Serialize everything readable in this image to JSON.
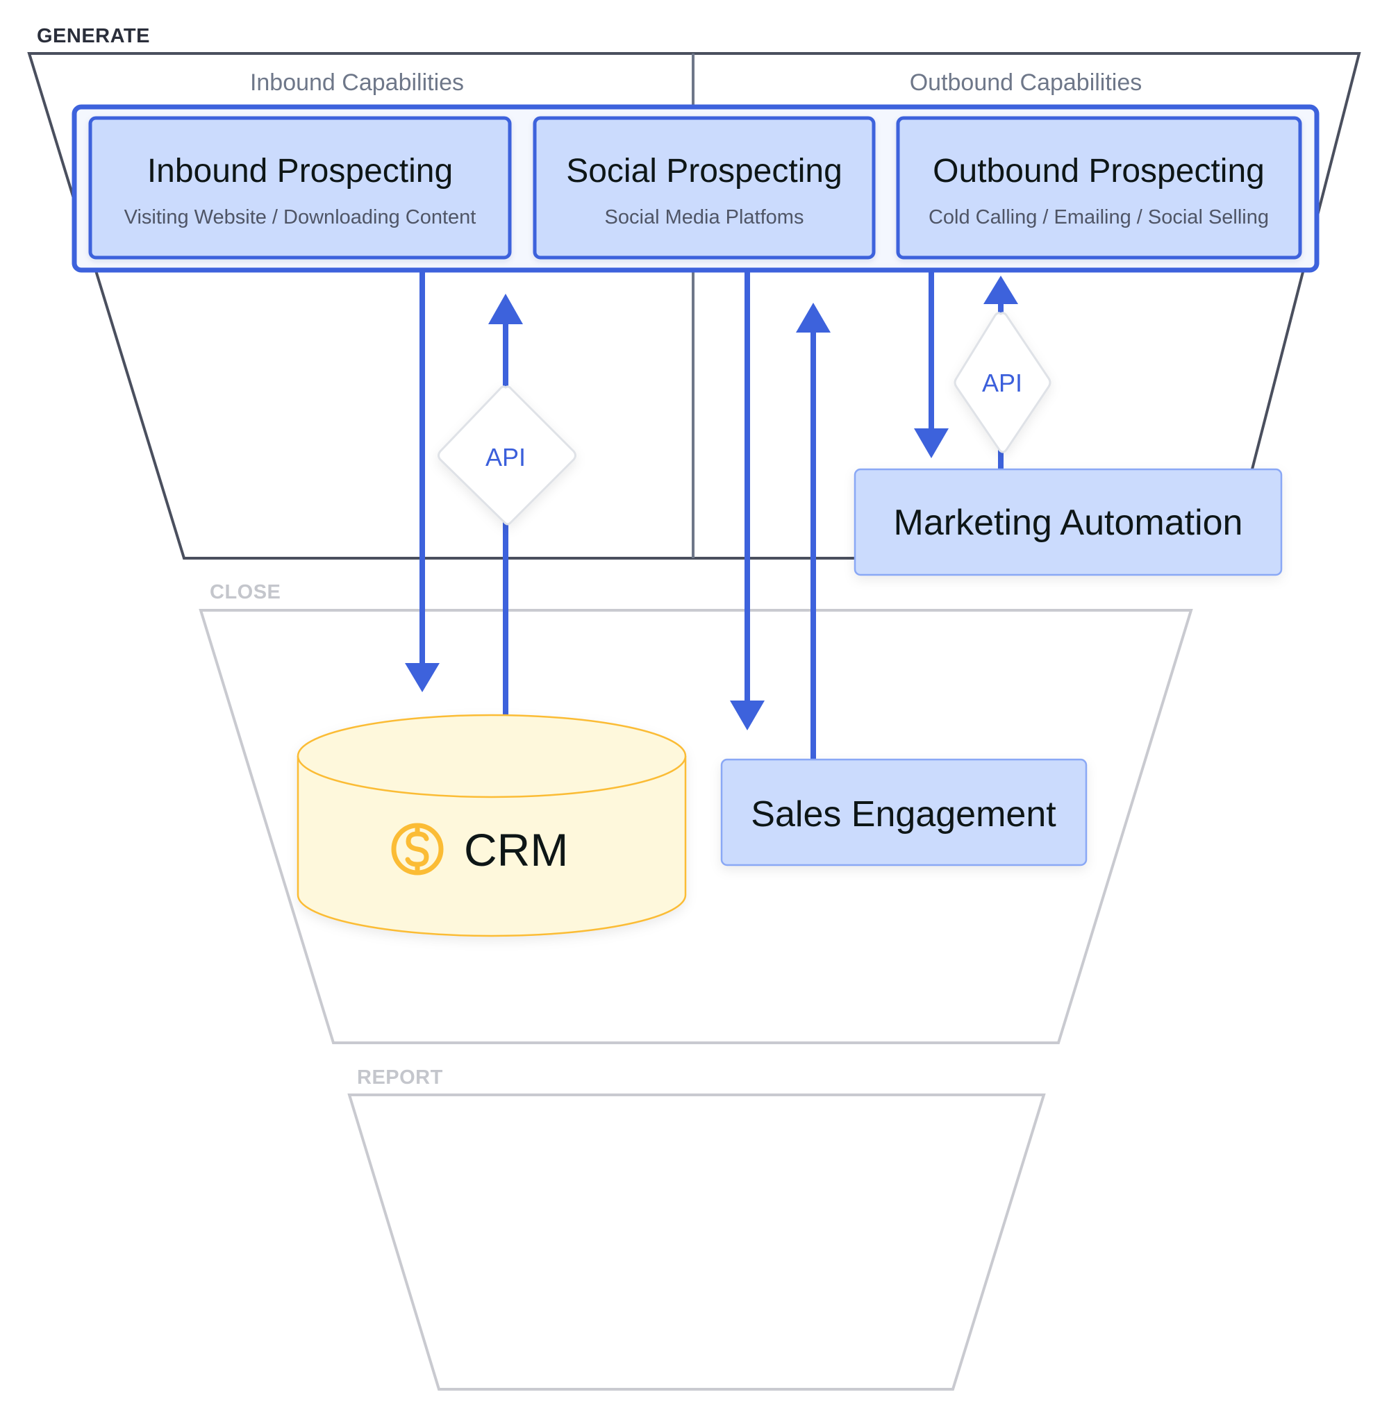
{
  "stages": {
    "generate": "GENERATE",
    "close": "CLOSE",
    "report": "REPORT"
  },
  "capabilities": {
    "inbound": "Inbound Capabilities",
    "outbound": "Outbound Capabilities"
  },
  "cards": [
    {
      "title": "Inbound Prospecting",
      "subtitle": "Visiting Website / Downloading Content"
    },
    {
      "title": "Social Prospecting",
      "subtitle": "Social Media Platfoms"
    },
    {
      "title": "Outbound Prospecting",
      "subtitle": "Cold Calling / Emailing / Social Selling"
    }
  ],
  "api_badges": [
    {
      "label": "API",
      "connects": "CRM to Inbound Prospecting"
    },
    {
      "label": "API",
      "connects": "Marketing Automation to Outbound Prospecting"
    }
  ],
  "systems": {
    "marketing_automation": "Marketing Automation",
    "sales_engagement": "Sales Engagement",
    "crm": {
      "label": "CRM",
      "icon": "dollar-coin-icon"
    }
  },
  "colors": {
    "accent_blue": "#3d62dc",
    "card_fill": "#cbdbfd",
    "container_fill": "#f4f7fe",
    "generate_stroke": "#4a4f5e",
    "divider": "#6e7789",
    "close_report_stroke": "#c9cad0",
    "crm_fill": "#fef8dc",
    "crm_stroke": "#fbbc36",
    "api_text": "#3b5fdb"
  }
}
